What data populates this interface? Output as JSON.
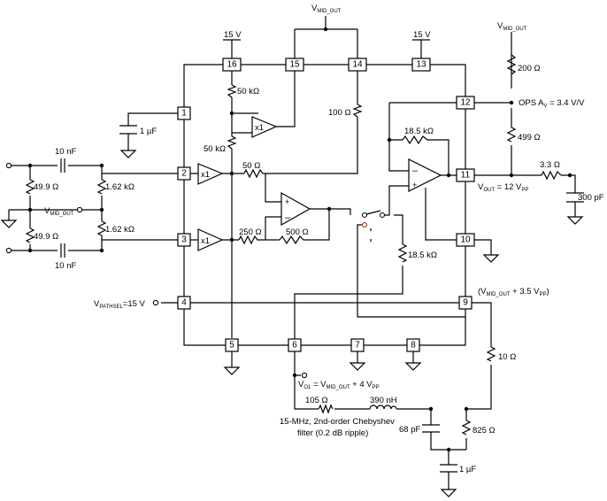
{
  "pins": [
    "1",
    "2",
    "3",
    "4",
    "5",
    "6",
    "7",
    "8",
    "9",
    "10",
    "11",
    "12",
    "13",
    "14",
    "15",
    "16"
  ],
  "supply": {
    "pin16": "15 V",
    "pin13": "15 V"
  },
  "vmid": {
    "top": [
      "V",
      "MID_OUT"
    ],
    "right": [
      "V",
      "MID_OUT"
    ],
    "left": [
      "V",
      "MID_OUT"
    ]
  },
  "resistors": {
    "r50k_top": "50 kΩ",
    "r50k_bottom": "50 kΩ",
    "r100": "100 Ω",
    "r50": "50 Ω",
    "r250": "250 Ω",
    "r500": "500 Ω",
    "r18k5_fb": "18.5 kΩ",
    "r18k5_down": "18.5 kΩ",
    "r200": "200 Ω",
    "r499": "499 Ω",
    "r3p3": "3.3 Ω",
    "r10": "10 Ω",
    "r105": "105 Ω",
    "r825": "825 Ω",
    "r49a": "49.9 Ω",
    "r49b": "49.9 Ω",
    "r1k62a": "1.62 kΩ",
    "r1k62b": "1.62 kΩ"
  },
  "capacitors": {
    "c1u_pin1": "1 µF",
    "c10n_top": "10 nF",
    "c10n_bottom": "10 nF",
    "c300p": "300 pF",
    "c68p": "68 pF",
    "c1u_bottom": "1 µF"
  },
  "inductor": "390 nH",
  "buffers": {
    "b1": "x1",
    "b2": "x1",
    "b3": "x1"
  },
  "ops_gain": [
    "OPS A",
    "V",
    " = 3.4 V/V"
  ],
  "vout": [
    "V",
    "OUT",
    " = 12 V",
    "PP"
  ],
  "v9": [
    "(V",
    "MID_OUT",
    " + 3.5 V",
    "PP",
    ")"
  ],
  "vo1": [
    "V",
    "O1",
    " = V",
    "MID_OUT",
    " + 4 V",
    "PP"
  ],
  "vpathsel": [
    "V",
    "PATHSEL",
    "=15 V"
  ],
  "filter": [
    "15-MHz, 2nd-order Chebyshev",
    "filter (0.2 dB ripple)"
  ]
}
